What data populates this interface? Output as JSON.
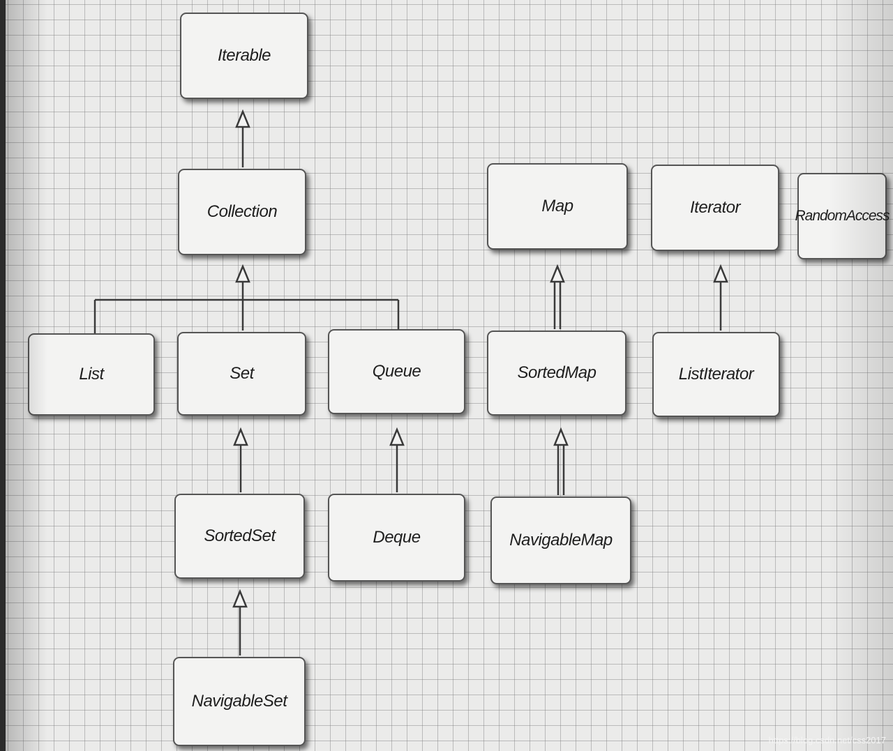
{
  "diagram": {
    "nodes": {
      "iterable": "Iterable",
      "collection": "Collection",
      "map": "Map",
      "iterator": "Iterator",
      "random_access": "RandomAccess",
      "list": "List",
      "set": "Set",
      "queue": "Queue",
      "sorted_map": "SortedMap",
      "list_iterator": "ListIterator",
      "sorted_set": "SortedSet",
      "deque": "Deque",
      "navigable_map": "NavigableMap",
      "navigable_set": "NavigableSet"
    },
    "inheritance": [
      [
        "Collection",
        "Iterable"
      ],
      [
        "List",
        "Collection"
      ],
      [
        "Set",
        "Collection"
      ],
      [
        "Queue",
        "Collection"
      ],
      [
        "SortedMap",
        "Map"
      ],
      [
        "ListIterator",
        "Iterator"
      ],
      [
        "SortedSet",
        "Set"
      ],
      [
        "Deque",
        "Queue"
      ],
      [
        "NavigableMap",
        "SortedMap"
      ],
      [
        "NavigableSet",
        "SortedSet"
      ]
    ],
    "line_color": "#3a3a3a"
  },
  "watermark": "https://blog.csdn.net/css2017"
}
